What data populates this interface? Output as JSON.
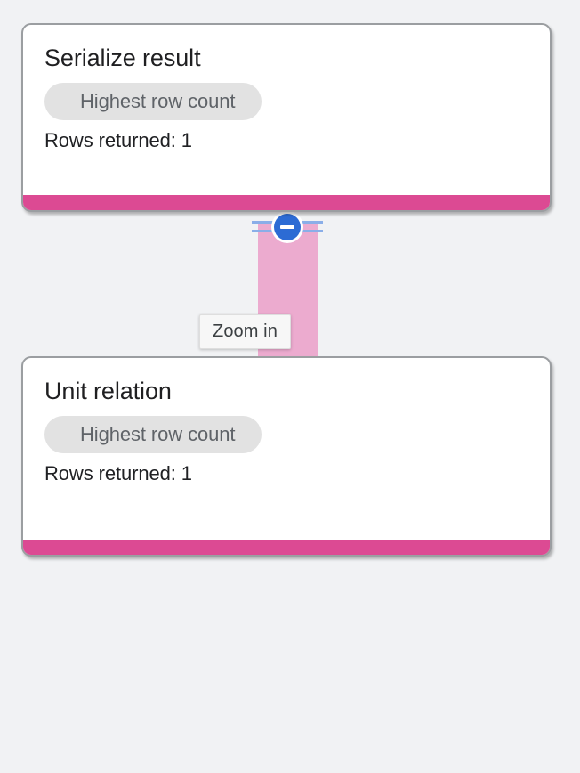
{
  "theme": {
    "background": "#f1f2f4",
    "card_background": "#ffffff",
    "card_border": "#9b9ea1",
    "accent_pink": "#dc4a93",
    "connector_pink": "#ecabcf",
    "connector_rule_blue": "#8aaee8",
    "toggle_blue": "#2c6bd4",
    "chip_background": "#e2e2e2",
    "chip_text": "#5f6368",
    "title_text": "#1f1f21",
    "tooltip_background": "#f7f7f7"
  },
  "nodes": [
    {
      "title": "Serialize result",
      "chip": "Highest row count",
      "stat": "Rows returned: 1"
    },
    {
      "title": "Unit relation",
      "chip": "Highest row count",
      "stat": "Rows returned: 1"
    }
  ],
  "connector": {
    "toggle_icon": "minus-circle-icon",
    "toggle_state": "expanded"
  },
  "tooltip": {
    "label": "Zoom in"
  }
}
